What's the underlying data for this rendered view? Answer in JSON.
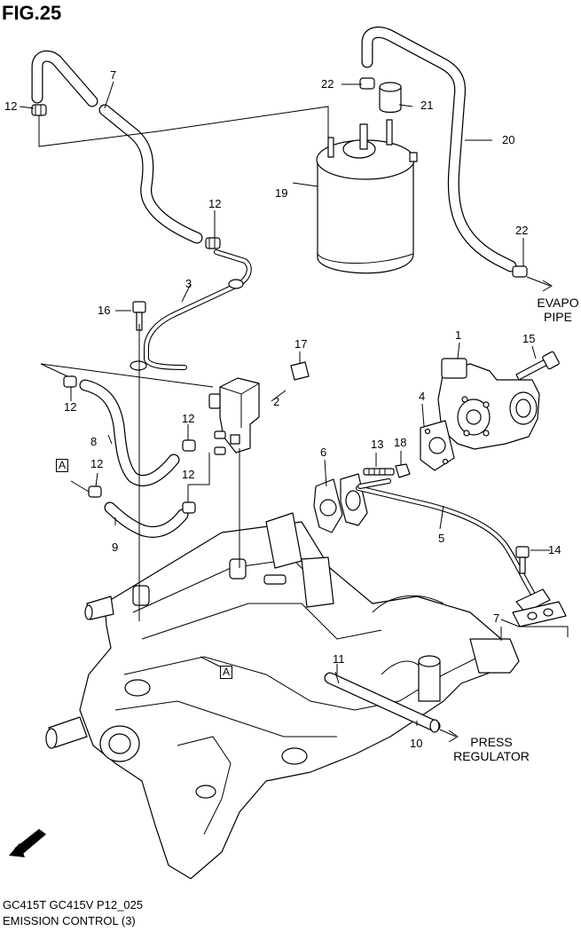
{
  "figure": {
    "title": "FIG.25",
    "footer_models": "GC415T GC415V P12_025",
    "footer_section": "EMISSION CONTROL (3)"
  },
  "callouts": {
    "p1": "1",
    "p2": "2",
    "p3": "3",
    "p4": "4",
    "p5": "5",
    "p6": "6",
    "p7a": "7",
    "p7b": "7",
    "p8": "8",
    "p9": "9",
    "p10": "10",
    "p11": "11",
    "p12a": "12",
    "p12b": "12",
    "p12c": "12",
    "p12d": "12",
    "p12e": "12",
    "p12f": "12",
    "p13": "13",
    "p14": "14",
    "p15": "15",
    "p16": "16",
    "p17": "17",
    "p18": "18",
    "p19": "19",
    "p20": "20",
    "p21": "21",
    "p22a": "22",
    "p22b": "22"
  },
  "notes": {
    "evapo_line1": "EVAPO",
    "evapo_line2": "PIPE",
    "press_line1": "PRESS",
    "press_line2": "REGULATOR"
  },
  "refs": {
    "a_top": "A",
    "a_bottom": "A"
  },
  "badges": {
    "fwd": "FWD"
  }
}
